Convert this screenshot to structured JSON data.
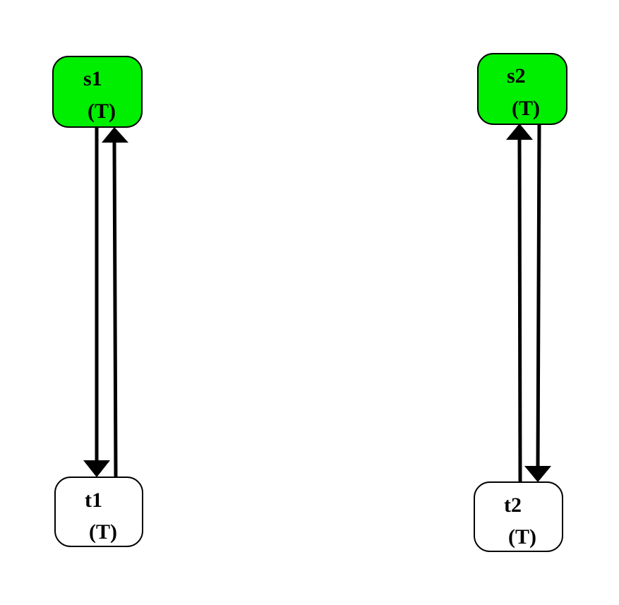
{
  "colors": {
    "highlight_fill": "#00ee00",
    "plain_fill": "#ffffff",
    "stroke": "#000000"
  },
  "nodes": {
    "s1": {
      "name": "s1",
      "value": "(T)",
      "highlighted": true
    },
    "s2": {
      "name": "s2",
      "value": "(T)",
      "highlighted": true
    },
    "t1": {
      "name": "t1",
      "value": "(T)",
      "highlighted": false
    },
    "t2": {
      "name": "t2",
      "value": "(T)",
      "highlighted": false
    }
  },
  "edges": [
    {
      "from": "s1",
      "to": "t1"
    },
    {
      "from": "t1",
      "to": "s1"
    },
    {
      "from": "t2",
      "to": "s2"
    },
    {
      "from": "s2",
      "to": "t2"
    }
  ]
}
